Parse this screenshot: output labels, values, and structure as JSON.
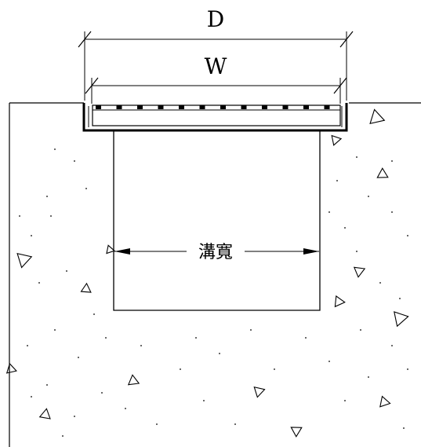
{
  "labels": {
    "outer_width": "D",
    "inner_width": "W",
    "trench_width": "溝寬"
  },
  "colors": {
    "line": "#000000",
    "background": "#ffffff"
  }
}
